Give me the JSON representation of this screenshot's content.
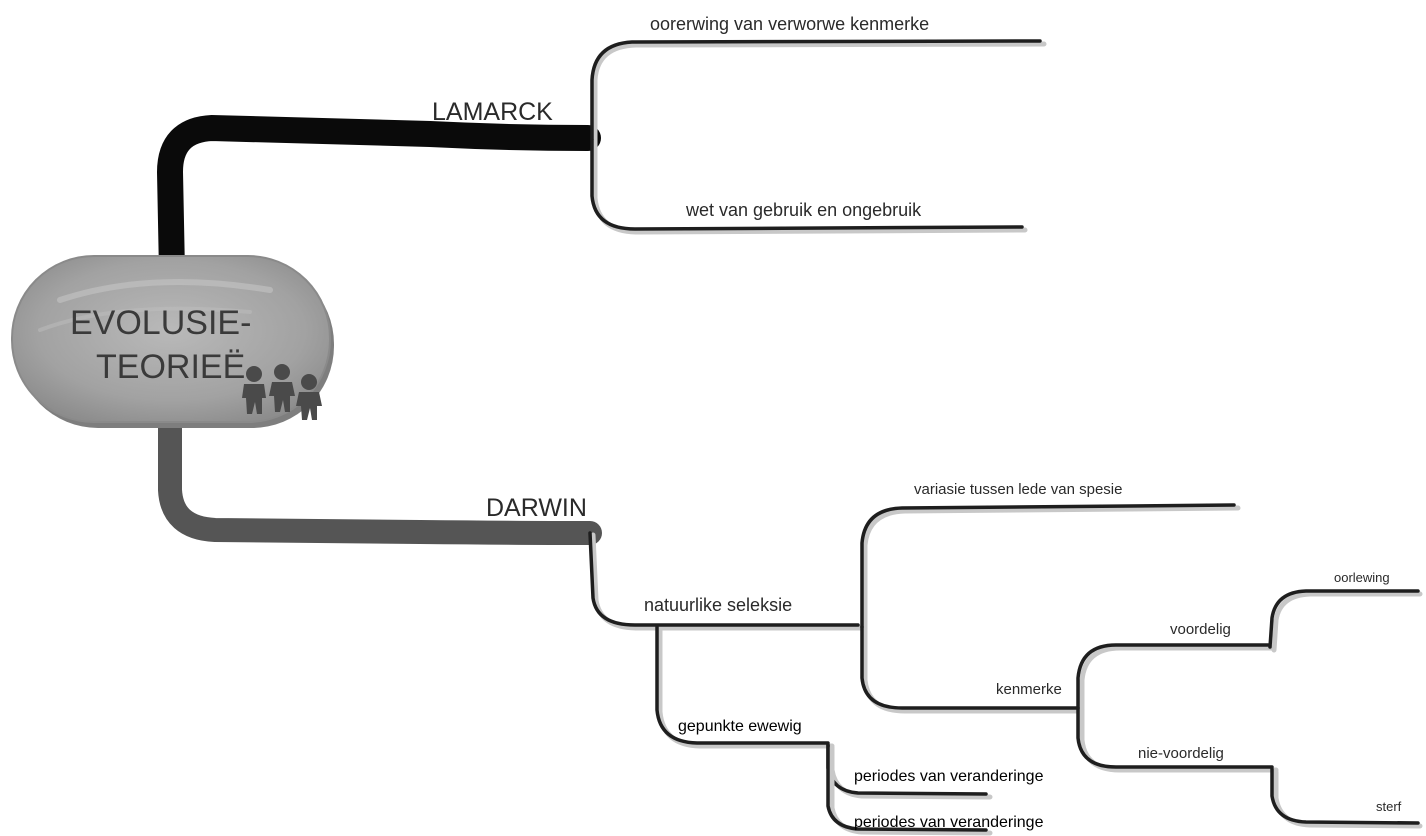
{
  "central_topic": {
    "line1": "EVOLUSIE-",
    "line2": "TEORIEË",
    "icon": "people-icon"
  },
  "branches": {
    "lamarck": {
      "label": "LAMARCK",
      "children": [
        "oorerwing van verworwe kenmerke",
        "wet van gebruik en ongebruik"
      ]
    },
    "darwin": {
      "label": "DARWIN",
      "natuurlike_seleksie": {
        "label": "natuurlike seleksie",
        "variasie": "variasie tussen lede van spesie",
        "kenmerke": {
          "label": "kenmerke",
          "voordelig": {
            "label": "voordelig",
            "child": "oorlewing"
          },
          "nie_voordelig": {
            "label": "nie-voordelig",
            "child": "sterf"
          }
        }
      },
      "gepunkte_ewewig": {
        "label": "gepunkte ewewig",
        "children": [
          "periodes van veranderinge",
          "periodes van veranderinge"
        ]
      }
    }
  },
  "colors": {
    "lamarck_branch": "#0a0a0a",
    "darwin_branch": "#555555",
    "central_fill": "#a8a8a8",
    "lines": "#1e1e1e"
  }
}
